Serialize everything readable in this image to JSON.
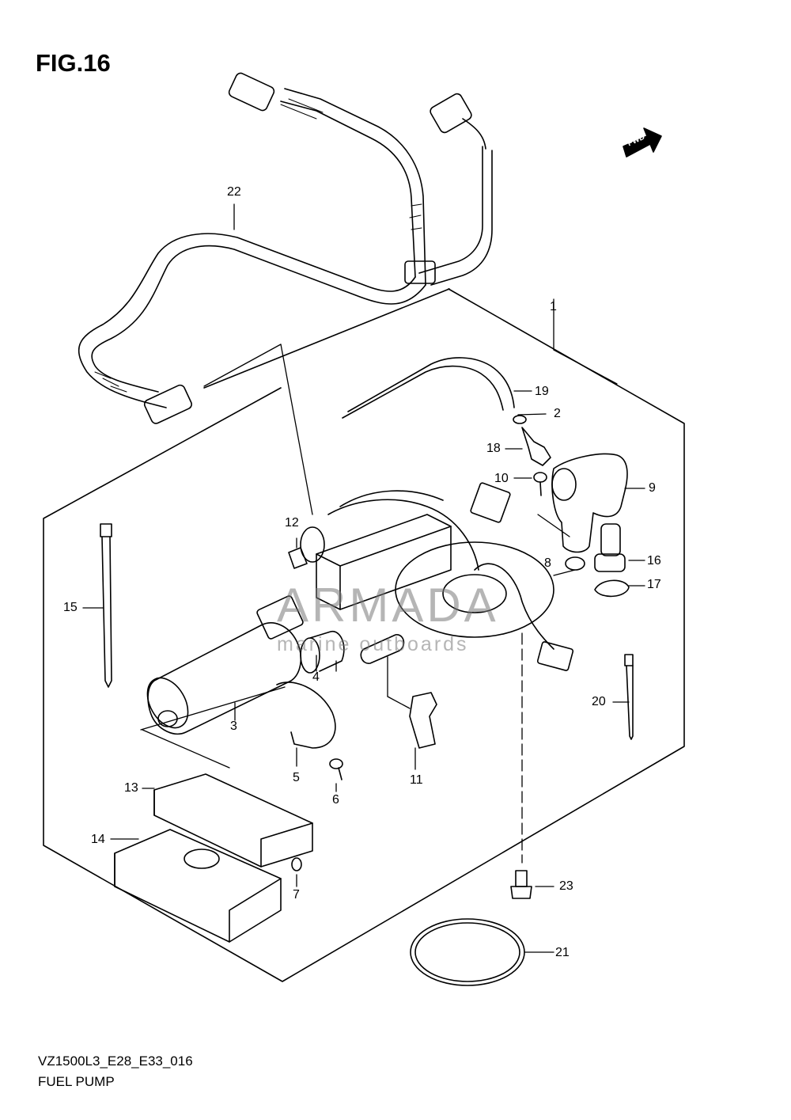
{
  "figure_title": "FIG.16",
  "direction_marker": "FWD",
  "watermark": {
    "brand": "ARMADA",
    "tagline": "marine outboards"
  },
  "callouts": [
    "1",
    "2",
    "3",
    "4",
    "5",
    "6",
    "7",
    "8",
    "9",
    "10",
    "11",
    "12",
    "13",
    "14",
    "15",
    "16",
    "17",
    "18",
    "19",
    "20",
    "21",
    "22",
    "23"
  ],
  "footer": {
    "code": "VZ1500L3_E28_E33_016",
    "name": "FUEL PUMP"
  }
}
